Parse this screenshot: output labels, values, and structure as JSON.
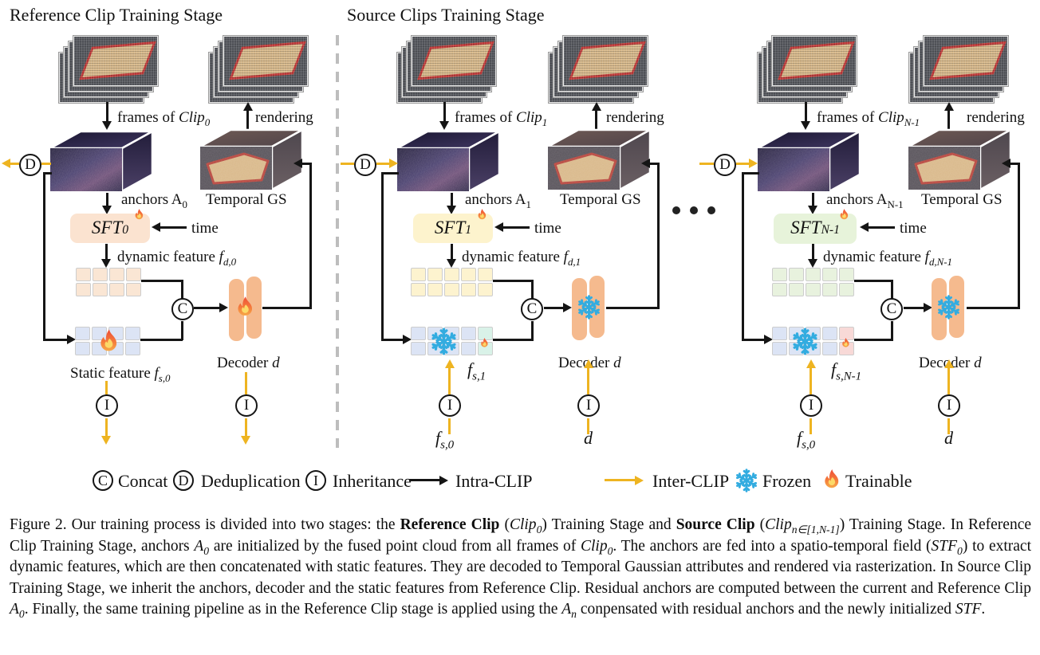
{
  "stage_titles": {
    "reference": "Reference Clip Training Stage",
    "source": "Source Clips Training Stage"
  },
  "symbols": {
    "concat": "C",
    "dedup": "D",
    "inherit": "I"
  },
  "columns": [
    {
      "frames_prefix": "frames of ",
      "clip": "Clip",
      "clip_sub": "0",
      "rendering": "rendering",
      "anchors": "anchors A",
      "anchors_sub": "0",
      "temporal_gs": "Temporal GS",
      "sft": "SFT",
      "sft_sub": "0",
      "time": "time",
      "dyn_prefix": "dynamic feature ",
      "f": "f",
      "dyn_sub": "d,0",
      "static_prefix": "Static feature ",
      "static_sub": "s,0",
      "decoder": "Decoder ",
      "decoder_var": "d"
    },
    {
      "frames_prefix": "frames of ",
      "clip": "Clip",
      "clip_sub": "1",
      "rendering": "rendering",
      "anchors": "anchors A",
      "anchors_sub": "1",
      "temporal_gs": "Temporal GS",
      "sft": "SFT",
      "sft_sub": "1",
      "time": "time",
      "dyn_prefix": "dynamic feature ",
      "f": "f",
      "dyn_sub": "d,1",
      "fs_out_sub": "s,1",
      "inherit_fs_sub": "s,0",
      "inherit_d": "d",
      "decoder": "Decoder ",
      "decoder_var": "d"
    },
    {
      "frames_prefix": "frames of ",
      "clip": "Clip",
      "clip_sub": "N-1",
      "rendering": "rendering",
      "anchors": "anchors A",
      "anchors_sub": "N-1",
      "temporal_gs": "Temporal GS",
      "sft": "SFT",
      "sft_sub": "N-1",
      "time": "time",
      "dyn_prefix": "dynamic feature ",
      "f": "f",
      "dyn_sub": "d,N-1",
      "fs_out_sub": "s,N-1",
      "inherit_fs_sub": "s,0",
      "inherit_d": "d",
      "decoder": "Decoder ",
      "decoder_var": "d"
    }
  ],
  "legend": {
    "concat": "Concat",
    "dedup": "Deduplication",
    "inherit": "Inheritance",
    "intra": "Intra-CLIP",
    "inter": "Inter-CLIP",
    "frozen": "Frozen",
    "trainable": "Trainable"
  },
  "icons": {
    "flame": "trainable-flame-icon",
    "snowflake": "frozen-snowflake-icon"
  },
  "colors": {
    "inter_clip_yellow": "#eeb421",
    "intra_clip_black": "#151515",
    "sft_reference": "#fbe3d0",
    "sft_source_1": "#fdf3cd",
    "sft_source_last": "#e7f3da",
    "dyn_cells_reference": "#fae6d4",
    "dyn_cells_source_1": "#fdf3cf",
    "dyn_cells_source_last": "#e8f2de",
    "static_cells": "#dce4f5",
    "static_residual_mint": "#d9f2e8",
    "static_residual_pink": "#f8d9d7",
    "decoder_orange": "#f5ba8e",
    "snowflake_blue": "#33ace0",
    "divider_gray": "#bdbdbd"
  },
  "caption": {
    "segments": [
      {
        "s": "n",
        "t": "Figure 2.  Our training process is divided into two stages: the "
      },
      {
        "s": "b",
        "t": "Reference Clip"
      },
      {
        "s": "n",
        "t": " ("
      },
      {
        "s": "i",
        "t": "Clip"
      },
      {
        "s": "sub",
        "t": "0"
      },
      {
        "s": "n",
        "t": ") Training Stage and "
      },
      {
        "s": "b",
        "t": "Source Clip"
      },
      {
        "s": "n",
        "t": " ("
      },
      {
        "s": "i",
        "t": "Clip"
      },
      {
        "s": "sub",
        "t": "n∈[1,N-1]"
      },
      {
        "s": "n",
        "t": ") Training Stage.  In Reference Clip Training Stage, anchors "
      },
      {
        "s": "i",
        "t": "A"
      },
      {
        "s": "sub",
        "t": "0"
      },
      {
        "s": "n",
        "t": " are initialized by the fused point cloud from all frames of "
      },
      {
        "s": "i",
        "t": "Clip"
      },
      {
        "s": "sub",
        "t": "0"
      },
      {
        "s": "n",
        "t": ".  The anchors are fed into a spatio-temporal field ("
      },
      {
        "s": "i",
        "t": "STF"
      },
      {
        "s": "sub",
        "t": "0"
      },
      {
        "s": "n",
        "t": ") to extract dynamic features, which are then concatenated with static features.  They are decoded to Temporal Gaussian attributes and rendered via rasterization. In Source Clip Training Stage, we inherit the anchors, decoder and the static features from Reference Clip. Residual anchors are computed between the current and Reference Clip "
      },
      {
        "s": "i",
        "t": "A"
      },
      {
        "s": "sub",
        "t": "0"
      },
      {
        "s": "n",
        "t": ". Finally, the same training pipeline as in the Reference Clip  stage is applied using the "
      },
      {
        "s": "i",
        "t": "A"
      },
      {
        "s": "sub",
        "t": "n"
      },
      {
        "s": "n",
        "t": " conpensated with residual anchors and the newly initialized "
      },
      {
        "s": "i",
        "t": "STF"
      },
      {
        "s": "n",
        "t": "."
      }
    ]
  }
}
